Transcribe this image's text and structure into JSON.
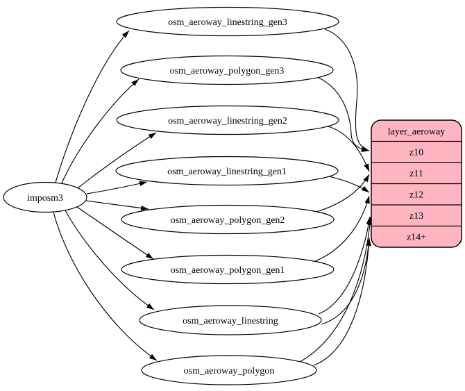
{
  "diagram": {
    "type": "etl-graph",
    "source": {
      "id": "imposm3",
      "label": "imposm3"
    },
    "tables": [
      {
        "id": "osm_aeroway_linestring_gen3",
        "label": "osm_aeroway_linestring_gen3"
      },
      {
        "id": "osm_aeroway_polygon_gen3",
        "label": "osm_aeroway_polygon_gen3"
      },
      {
        "id": "osm_aeroway_linestring_gen2",
        "label": "osm_aeroway_linestring_gen2"
      },
      {
        "id": "osm_aeroway_linestring_gen1",
        "label": "osm_aeroway_linestring_gen1"
      },
      {
        "id": "osm_aeroway_polygon_gen2",
        "label": "osm_aeroway_polygon_gen2"
      },
      {
        "id": "osm_aeroway_polygon_gen1",
        "label": "osm_aeroway_polygon_gen1"
      },
      {
        "id": "osm_aeroway_linestring",
        "label": "osm_aeroway_linestring"
      },
      {
        "id": "osm_aeroway_polygon",
        "label": "osm_aeroway_polygon"
      }
    ],
    "layer": {
      "id": "layer_aeroway",
      "title": "layer_aeroway",
      "rows": [
        "z10",
        "z11",
        "z12",
        "z13",
        "z14+"
      ]
    },
    "edges": [
      {
        "from": "imposm3",
        "to": "osm_aeroway_linestring_gen3"
      },
      {
        "from": "imposm3",
        "to": "osm_aeroway_polygon_gen3"
      },
      {
        "from": "imposm3",
        "to": "osm_aeroway_linestring_gen2"
      },
      {
        "from": "imposm3",
        "to": "osm_aeroway_linestring_gen1"
      },
      {
        "from": "imposm3",
        "to": "osm_aeroway_polygon_gen2"
      },
      {
        "from": "imposm3",
        "to": "osm_aeroway_polygon_gen1"
      },
      {
        "from": "imposm3",
        "to": "osm_aeroway_linestring"
      },
      {
        "from": "imposm3",
        "to": "osm_aeroway_polygon"
      },
      {
        "from": "osm_aeroway_linestring_gen3",
        "to": "layer_aeroway:z10"
      },
      {
        "from": "osm_aeroway_polygon_gen3",
        "to": "layer_aeroway:z10"
      },
      {
        "from": "osm_aeroway_linestring_gen2",
        "to": "layer_aeroway:z11"
      },
      {
        "from": "osm_aeroway_polygon_gen2",
        "to": "layer_aeroway:z11"
      },
      {
        "from": "osm_aeroway_linestring_gen1",
        "to": "layer_aeroway:z12"
      },
      {
        "from": "osm_aeroway_polygon_gen1",
        "to": "layer_aeroway:z12"
      },
      {
        "from": "osm_aeroway_linestring",
        "to": "layer_aeroway:z13"
      },
      {
        "from": "osm_aeroway_polygon",
        "to": "layer_aeroway:z13"
      },
      {
        "from": "osm_aeroway_linestring",
        "to": "layer_aeroway:z14+"
      },
      {
        "from": "osm_aeroway_polygon",
        "to": "layer_aeroway:z14+"
      }
    ],
    "colors": {
      "layer_fill": "#ffb6c1",
      "table_fill": "#ffffff",
      "stroke": "#000000"
    }
  }
}
